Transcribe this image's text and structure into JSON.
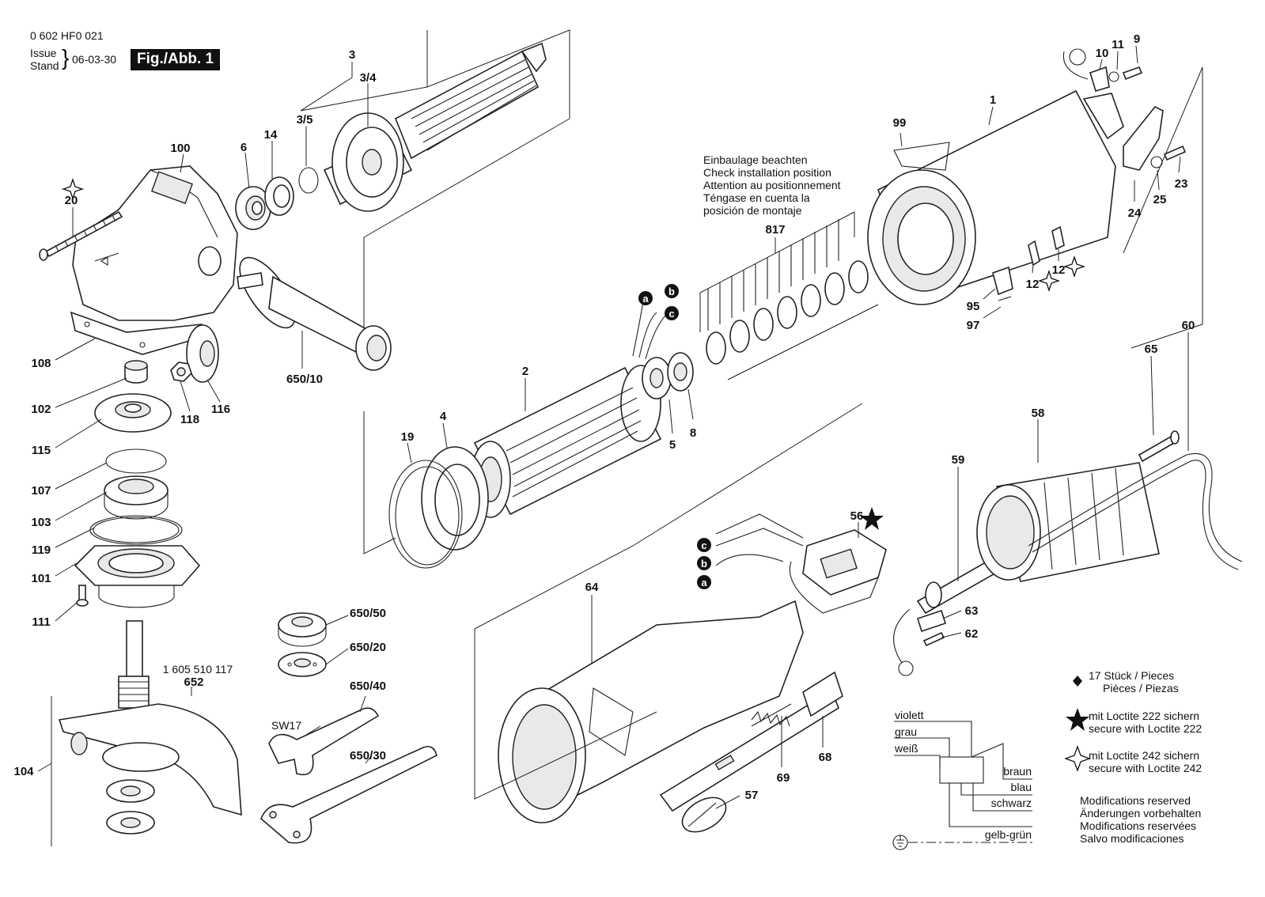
{
  "header": {
    "part_number": "0 602 HF0 021",
    "issue_label_1": "Issue",
    "issue_label_2": "Stand",
    "date": "06-03-30",
    "figure_label": "Fig./Abb. 1"
  },
  "install_note": [
    "Einbaulage beachten",
    "Check installation position",
    "Attention au positionnement",
    "Téngase en cuenta la",
    "posición de montaje"
  ],
  "callouts": {
    "c1": "1",
    "c2": "2",
    "c3": "3",
    "c3_4": "3/4",
    "c3_5": "3/5",
    "c4": "4",
    "c5": "5",
    "c6": "6",
    "c8": "8",
    "c9": "9",
    "c10": "10",
    "c11": "11",
    "c12a": "12",
    "c12b": "12",
    "c14": "14",
    "c19": "19",
    "c20": "20",
    "c23": "23",
    "c24": "24",
    "c25": "25",
    "c56": "56",
    "c57": "57",
    "c58": "58",
    "c59": "59",
    "c60": "60",
    "c62": "62",
    "c63": "63",
    "c64": "64",
    "c65": "65",
    "c68": "68",
    "c69": "69",
    "c95": "95",
    "c97": "97",
    "c99": "99",
    "c100": "100",
    "c101": "101",
    "c102": "102",
    "c103": "103",
    "c104": "104",
    "c107": "107",
    "c108": "108",
    "c111": "111",
    "c115": "115",
    "c116": "116",
    "c118": "118",
    "c119": "119",
    "c652": "652",
    "c817": "817",
    "c650_10": "650/10",
    "c650_20": "650/20",
    "c650_30": "650/30",
    "c650_40": "650/40",
    "c650_50": "650/50"
  },
  "guard_part_no": "1 605 510 117",
  "wrench_size": "SW17",
  "wire_letters": {
    "a": "a",
    "b": "b",
    "c": "c"
  },
  "legend": {
    "diamond_line1": "17 Stück / Pieces",
    "diamond_line2": "Pièces / Piezas",
    "star_line1": "mit Loctite 222 sichern",
    "star_line2": "secure with Loctite 222",
    "star4_line1": "mit Loctite 242 sichern",
    "star4_line2": "secure with Loctite 242"
  },
  "wiring": {
    "violett": "violett",
    "grau": "grau",
    "weiss": "weiß",
    "braun": "braun",
    "blau": "blau",
    "schwarz": "schwarz",
    "gelb_gruen": "gelb-grün"
  },
  "modifications": [
    "Modifications reserved",
    "Änderungen vorbehalten",
    "Modifications reservées",
    "Salvo modificaciones"
  ],
  "colors": {
    "ink": "#111111",
    "paper": "#ffffff",
    "shade": "#e9e9e9"
  }
}
